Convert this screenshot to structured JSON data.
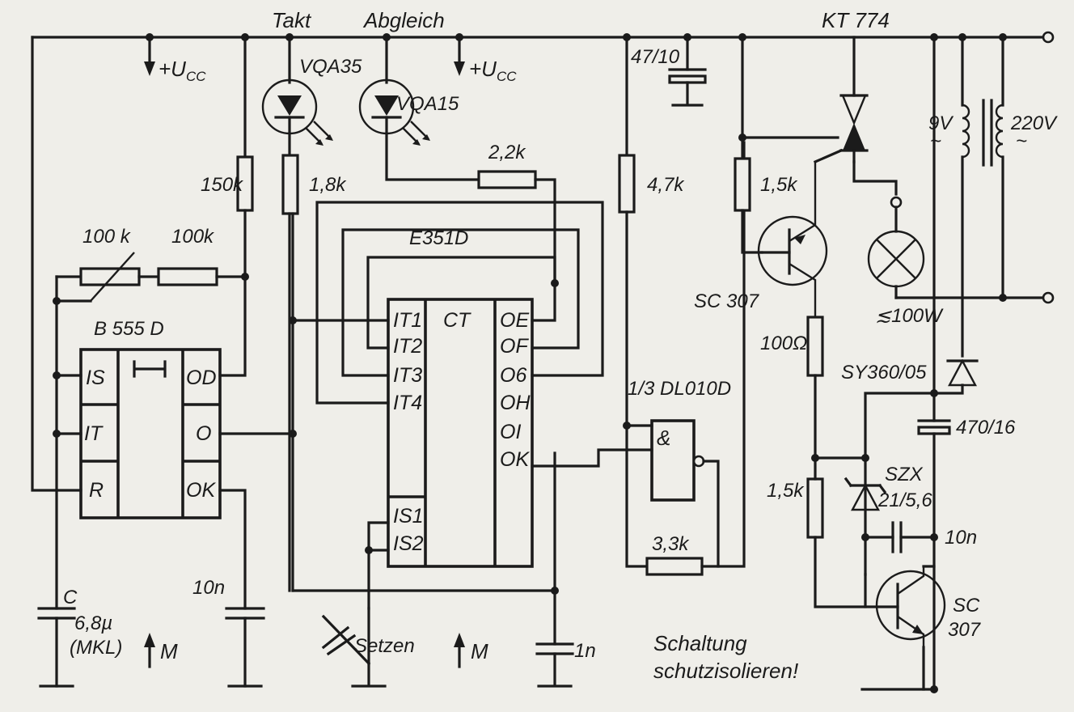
{
  "labels": {
    "takt": "Takt",
    "abgleich": "Abgleich",
    "ucc_left": "+U",
    "ucc_right": "+U",
    "ucc_sub": "CC",
    "vqa35": "VQA35",
    "vqa15": "VQA15",
    "r_150k": "150k",
    "r_1_8k": "1,8k",
    "r_2_2k": "2,2k",
    "r_4_7k": "4,7k",
    "r_1_5k_top": "1,5k",
    "r_100k_pot": "100 k",
    "r_100k": "100k",
    "r_100ohm": "100Ω",
    "r_1_5k_bot": "1,5k",
    "r_3_3k": "3,3k",
    "c_47_10": "47/10",
    "c_470_16": "470/16",
    "c_10n_right": "10n",
    "c_10n_left": "10n",
    "c_1n": "1n",
    "c_c": "C",
    "c_6_8": "6,8µ",
    "c_mkl": "(MKL)",
    "kt774": "KT 774",
    "v9": "9V",
    "v220": "220V",
    "lamp": "≲100W",
    "sc307_top": "SC 307",
    "sc307_bot_1": "SC",
    "sc307_bot_2": "307",
    "sy360": "SY360/05",
    "szx_1": "SZX",
    "szx_2": "21/5,6",
    "e351d": "E351D",
    "ct": "CT",
    "dl010d": "1/3 DL010D",
    "and_sym": "&",
    "b555d": "B 555 D",
    "setzen": "Setzen",
    "m1": "M",
    "m2": "M",
    "note_1": "Schaltung",
    "note_2": "schutzisolieren!"
  },
  "e351d_pins_left": [
    "IT1",
    "IT2",
    "IT3",
    "IT4",
    "IS1",
    "IS2"
  ],
  "e351d_pins_right": [
    "OE",
    "OF",
    "O6",
    "OH",
    "OI",
    "OK"
  ],
  "b555d_pins_left": [
    "IS",
    "IT",
    "R"
  ],
  "b555d_pins_right": [
    "OD",
    "O",
    "OK"
  ]
}
